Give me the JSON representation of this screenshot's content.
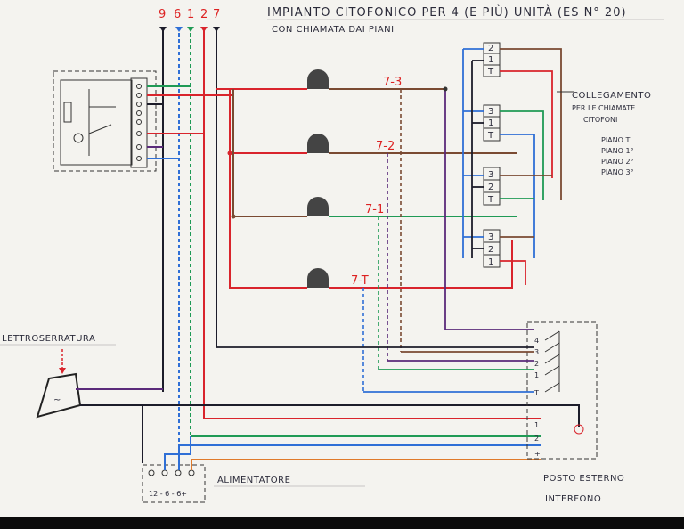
{
  "title_line1": "IMPIANTO CITOFONICO PER 4 (E PIÙ) UNITÀ (ES N° 20)",
  "title_line2": "CON CHIAMATA DAI PIANI",
  "top_terminals": [
    "9",
    "6",
    "1",
    "2",
    "7"
  ],
  "floor_labels": [
    "7-3",
    "7-2",
    "7-1",
    "7-T"
  ],
  "legend": {
    "heading1": "COLLEGAMENTO",
    "heading2": "PER LE CHIAMATE",
    "heading3": "CITOFONI",
    "items": [
      "PIANO T.",
      "PIANO 1°",
      "PIANO 2°",
      "PIANO 3°"
    ]
  },
  "relay_groups": [
    [
      "2",
      "1",
      "T"
    ],
    [
      "3",
      "1",
      "T"
    ],
    [
      "3",
      "2",
      "T"
    ],
    [
      "3",
      "2",
      "1"
    ]
  ],
  "lock_label": "LETTROSERRATURA",
  "lock_symbol": "~",
  "power_label": "ALIMENTATORE",
  "power_terminals": "12 - 6 - 6+",
  "outdoor_label1": "POSTO ESTERNO",
  "outdoor_label2": "INTERFONO",
  "outdoor_terminals": [
    "4",
    "3",
    "2",
    "1",
    "T",
    "1",
    "2",
    "+"
  ],
  "wire_colors": {
    "red": "#d9242c",
    "green": "#1f9a55",
    "blue": "#2f6fd6",
    "brown": "#7a4a32",
    "black": "#1c1c2a",
    "orange": "#e07a2a",
    "purple": "#5a2a7a"
  }
}
